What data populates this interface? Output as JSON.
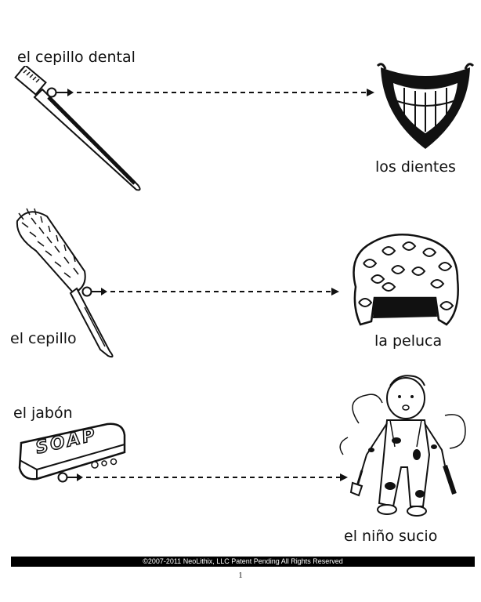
{
  "pairs": [
    {
      "left_label": "el cepillo dental",
      "right_label": "los dientes"
    },
    {
      "left_label": "el cepillo",
      "right_label": "la peluca"
    },
    {
      "left_label": "el jabón",
      "right_label": "el niño sucio"
    }
  ],
  "soap_text": "SOAP",
  "footer": {
    "copyright": "©2007-2011 NeoLithix, LLC  Patent Pending  All Rights Reserved",
    "page_number": "1"
  },
  "colors": {
    "ink": "#111111",
    "footer_bg": "#000000",
    "footer_text": "#ffffff"
  }
}
